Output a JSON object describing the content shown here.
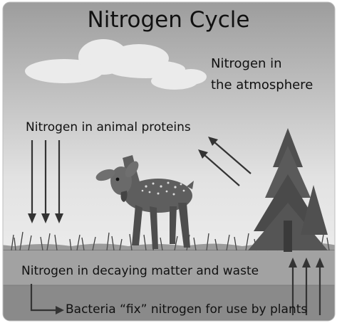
{
  "title": "Nitrogen Cycle",
  "labels": {
    "atmosphere_line1": "Nitrogen in",
    "atmosphere_line2": "the atmosphere",
    "animal_proteins": "Nitrogen in animal proteins",
    "decaying_matter": "Nitrogen in decaying matter and waste",
    "bacteria": "Bacteria “fix” nitrogen for use by plants"
  },
  "illustration": {
    "style": "grayscale",
    "elements": [
      "cloud",
      "fawn",
      "pine-tree",
      "grass",
      "ground-layers"
    ],
    "arrows": [
      {
        "name": "animal-to-ground-arrows",
        "count": 3,
        "direction": "down"
      },
      {
        "name": "tree-to-atmosphere-arrows",
        "count": 2,
        "direction": "up-left"
      },
      {
        "name": "soil-to-tree-arrows",
        "count": 3,
        "direction": "up"
      },
      {
        "name": "decay-to-bacteria-arrow",
        "count": 1,
        "direction": "down-right"
      }
    ]
  },
  "colors": {
    "sky_top": "#9c9c9c",
    "sky_bottom": "#f4f4f4",
    "soil_upper": "#a2a2a2",
    "soil_lower": "#8a8a8a",
    "arrow": "#333333",
    "tree": "#555555",
    "fawn": "#5e5e5e"
  }
}
